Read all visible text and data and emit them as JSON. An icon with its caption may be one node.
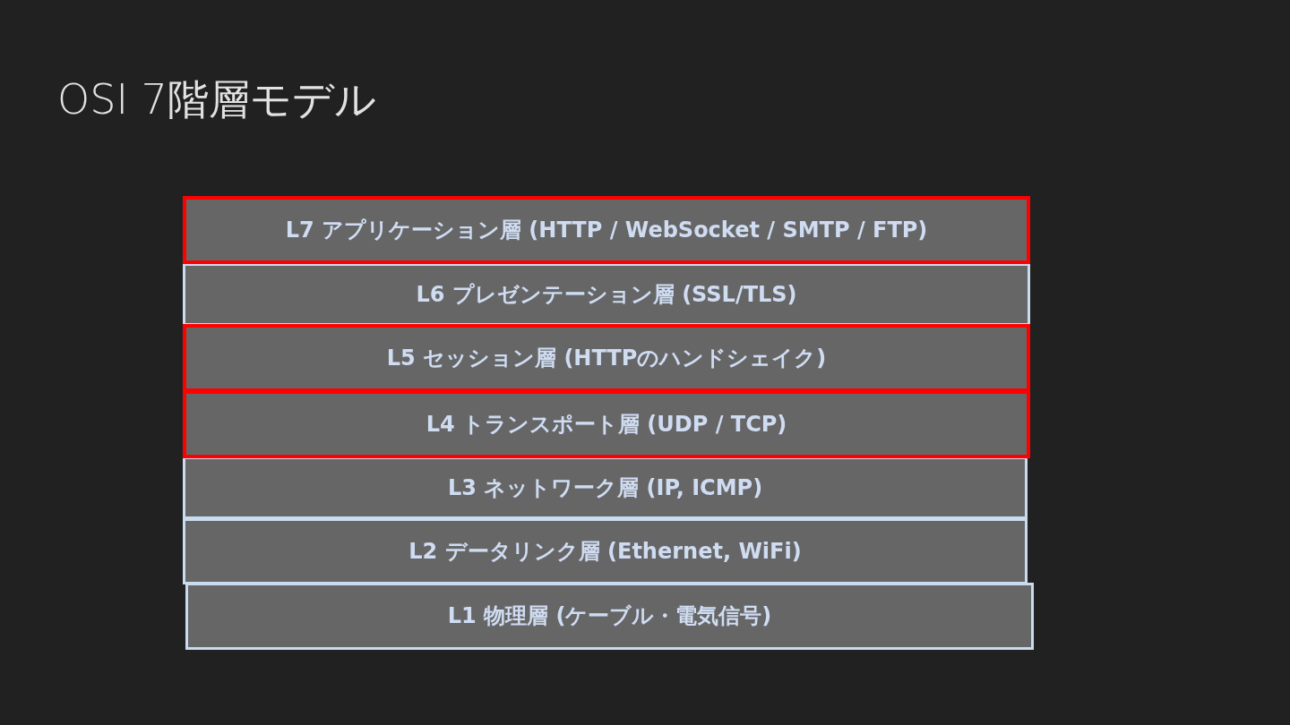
{
  "diagram": {
    "title": "OSI 7階層モデル",
    "nodes": [
      {
        "text": [
          "L7 アプリケーション層 (HTTP / WebSocket / SMTP / FTP)"
        ]
      },
      {
        "text": [
          "L6 プレゼンテーション層 (SSL/TLS)"
        ]
      },
      {
        "text": [
          "L5 セッション層 (HTTPのハンドシェイク)"
        ]
      },
      {
        "text": [
          "L4 トランスポート層 (UDP / TCP)"
        ]
      },
      {
        "text": [
          "L3 ネットワーク層 (IP, ICMP)"
        ]
      },
      {
        "text": [
          "L2 データリンク層 (Ethernet, WiFi)"
        ]
      },
      {
        "text": [
          "L1 物理層 (ケーブル・電気信号)"
        ]
      }
    ]
  }
}
